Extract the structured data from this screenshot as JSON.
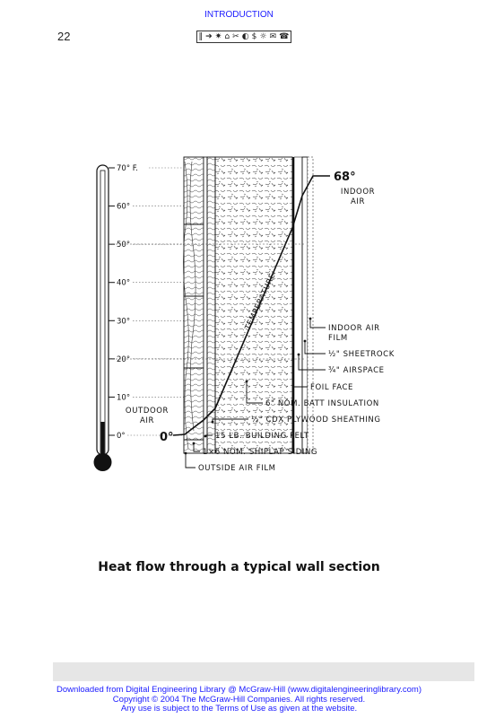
{
  "header": {
    "section_title": "INTRODUCTION",
    "page_number": "22",
    "nav_icons": [
      "bookmark-bars-icon",
      "arrow-right-icon",
      "sun-icon",
      "home-icon",
      "tools-icon",
      "camera-icon",
      "money-icon",
      "lightbulb-icon",
      "mail-icon",
      "phone-icon"
    ],
    "nav_glyphs": [
      "‖",
      "➔",
      "✷",
      "⌂",
      "✂",
      "◐",
      "$",
      "☼",
      "✉",
      "☎"
    ]
  },
  "diagram": {
    "thermometer_scale": [
      "70° F.",
      "60°",
      "50°",
      "40°",
      "30°",
      "20°",
      "10°",
      "0°"
    ],
    "outdoor_label": [
      "OUTDOOR",
      "AIR"
    ],
    "indoor_label": [
      "INDOOR",
      "AIR"
    ],
    "outdoor_temp": "0°",
    "indoor_temp": "68°",
    "gradient_label": "TEMPERATURE",
    "layer_labels": [
      "INDOOR AIR",
      "FILM",
      "½\" SHEETROCK",
      "¾\" AIRSPACE",
      "FOIL FACE",
      "6\" NOM. BATT INSULATION",
      "½\" CDX PLYWOOD SHEATHING",
      "15 LB. BUILDING FELT",
      "1×6 NOM. SHIPLAP SIDING",
      "OUTSIDE AIR FILM"
    ],
    "temperature_profile": {
      "layers": [
        "outside air film",
        "siding",
        "felt",
        "sheathing",
        "insulation",
        "foil face",
        "airspace",
        "sheetrock",
        "inside air film"
      ],
      "outdoor_value_f": 0,
      "indoor_value_f": 68
    }
  },
  "caption": "Heat flow through a typical wall section",
  "footer": {
    "line1": "Downloaded from Digital Engineering Library @ McGraw-Hill (www.digitalengineeringlibrary.com)",
    "line2": "Copyright © 2004 The McGraw-Hill Companies. All rights reserved.",
    "line3": "Any use is subject to the Terms of Use as given at the website."
  }
}
